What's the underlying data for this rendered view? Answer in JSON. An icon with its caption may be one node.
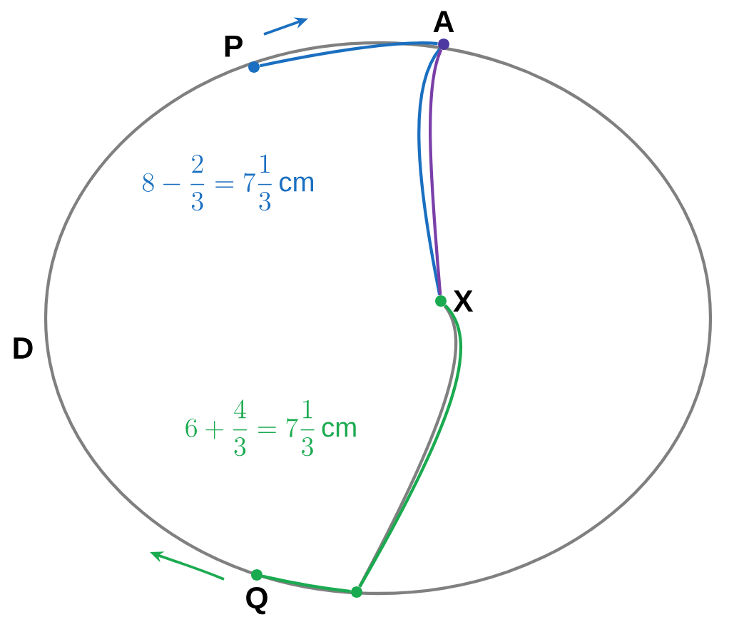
{
  "diagram": {
    "nodes": [
      {
        "text": [
          "P"
        ]
      },
      {
        "text": [
          "A"
        ]
      },
      {
        "text": [
          "X"
        ]
      },
      {
        "text": [],
        "shape": "circle"
      },
      {
        "text": [
          "Q"
        ]
      }
    ],
    "edges": [
      {
        "from": 0,
        "to": 1,
        "arrow": "none",
        "color": "#1a6fc0"
      },
      {
        "from": 1,
        "to": 2,
        "arrow": "none",
        "color": "#1a6fc0"
      },
      {
        "from": 1,
        "to": 2,
        "arrow": "none",
        "color": "#7a3fa8"
      },
      {
        "from": 2,
        "to": 3,
        "arrow": "none",
        "color": "#808080"
      },
      {
        "from": 2,
        "to": 3,
        "arrow": "none",
        "color": "#1aaa50"
      },
      {
        "from": 3,
        "to": 4,
        "arrow": "none",
        "color": "#1aaa50"
      }
    ],
    "labels": [
      "D",
      "8-\\frac{2}{3}=7\\frac{1}{3}\\,\\mathrm{cm}",
      "6+\\frac{4}{3}=7\\frac{1}{3}\\,\\mathrm{cm}"
    ]
  }
}
